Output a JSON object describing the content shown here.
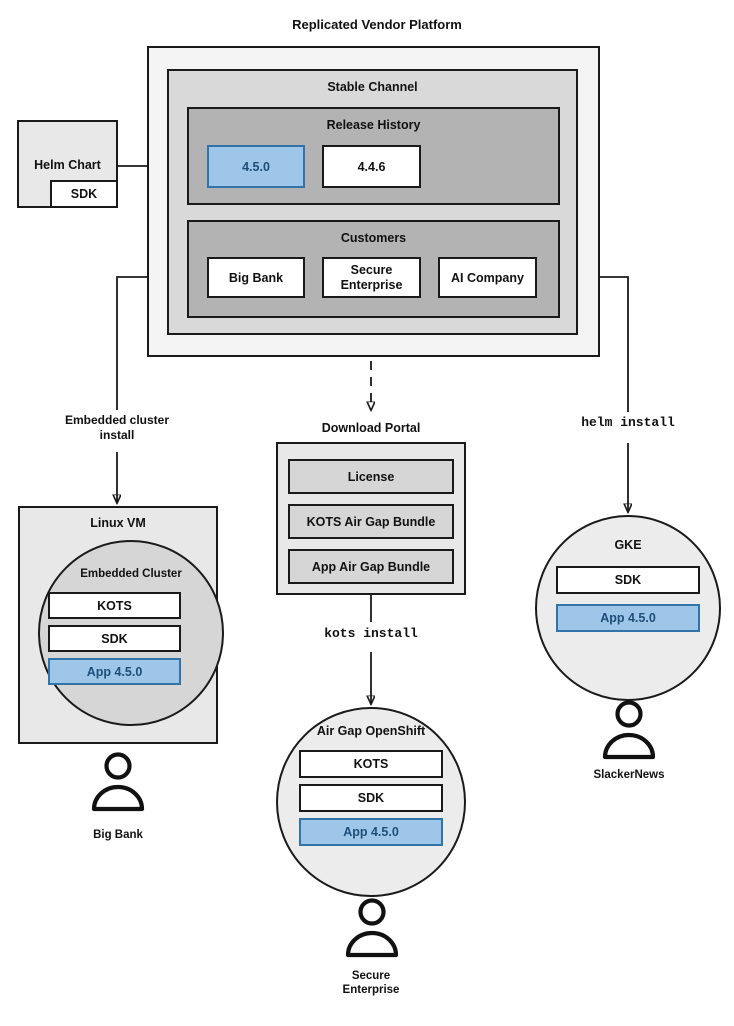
{
  "diagram": {
    "title": "Replicated Vendor Platform",
    "source": {
      "label": "Helm Chart",
      "sdk_label": "SDK"
    },
    "platform": {
      "channel_label": "Stable Channel",
      "release_history": {
        "label": "Release History",
        "releases": [
          {
            "version": "4.5.0",
            "highlighted": true
          },
          {
            "version": "4.4.6",
            "highlighted": false
          }
        ]
      },
      "customers": {
        "label": "Customers",
        "items": [
          {
            "name": "Big Bank"
          },
          {
            "name": "Secure Enterprise"
          },
          {
            "name": "AI Company"
          }
        ]
      }
    },
    "download_portal": {
      "label": "Download Portal",
      "artifacts": [
        "License",
        "KOTS Air Gap Bundle",
        "App Air Gap Bundle"
      ]
    },
    "install_paths": [
      {
        "id": "embedded",
        "label": "Embedded cluster\ninstall",
        "mono": false
      },
      {
        "id": "kots",
        "label": "kots install",
        "mono": true
      },
      {
        "id": "helm",
        "label": "helm install",
        "mono": true
      }
    ],
    "targets": [
      {
        "id": "linux-vm",
        "label": "Linux VM",
        "inner_label": "Embedded Cluster",
        "components": [
          {
            "name": "KOTS",
            "highlighted": false
          },
          {
            "name": "SDK",
            "highlighted": false
          },
          {
            "name": "App 4.5.0",
            "highlighted": true
          }
        ],
        "persona": "Big Bank"
      },
      {
        "id": "airgap-openshift",
        "label": "Air Gap OpenShift",
        "components": [
          {
            "name": "KOTS",
            "highlighted": false
          },
          {
            "name": "SDK",
            "highlighted": false
          },
          {
            "name": "App 4.5.0",
            "highlighted": true
          }
        ],
        "persona": "Secure\nEnterprise"
      },
      {
        "id": "gke",
        "label": "GKE",
        "components": [
          {
            "name": "SDK",
            "highlighted": false
          },
          {
            "name": "App 4.5.0",
            "highlighted": true
          }
        ],
        "persona": "SlackerNews"
      }
    ],
    "colors": {
      "stroke": "#1a1a1a",
      "platform_fill": "#f4f4f4",
      "channel_fill": "#d9d9d9",
      "group_fill": "#b3b3b3",
      "highlight_fill": "#9dc6e8",
      "highlight_stroke": "#3273a8",
      "highlight_text": "#1f4e79",
      "surface_fill": "#e8e8e8",
      "artifact_fill": "#d6d6d6"
    }
  }
}
